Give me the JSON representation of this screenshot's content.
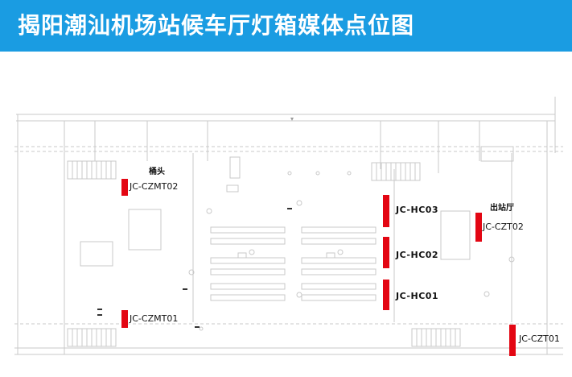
{
  "header": {
    "title": "揭阳潮汕机场站候车厅灯箱媒体点位图"
  },
  "colors": {
    "header_bg": "#1a9ce2",
    "marker": "#e30613",
    "plan_line": "#c9c9c9"
  },
  "areas": [
    {
      "id": "area-qiaotou",
      "label": "桶头"
    },
    {
      "id": "area-exit-hall",
      "label": "出站厅"
    }
  ],
  "media_points": [
    {
      "id": "JC-CZMT02",
      "label": "JC-CZMT02"
    },
    {
      "id": "JC-HC03",
      "label": "JC-HC03"
    },
    {
      "id": "JC-HC02",
      "label": "JC-HC02"
    },
    {
      "id": "JC-HC01",
      "label": "JC-HC01"
    },
    {
      "id": "JC-CZT02",
      "label": "JC-CZT02"
    },
    {
      "id": "JC-CZMT01",
      "label": "JC-CZMT01"
    },
    {
      "id": "JC-CZT01",
      "label": "JC-CZT01"
    }
  ]
}
